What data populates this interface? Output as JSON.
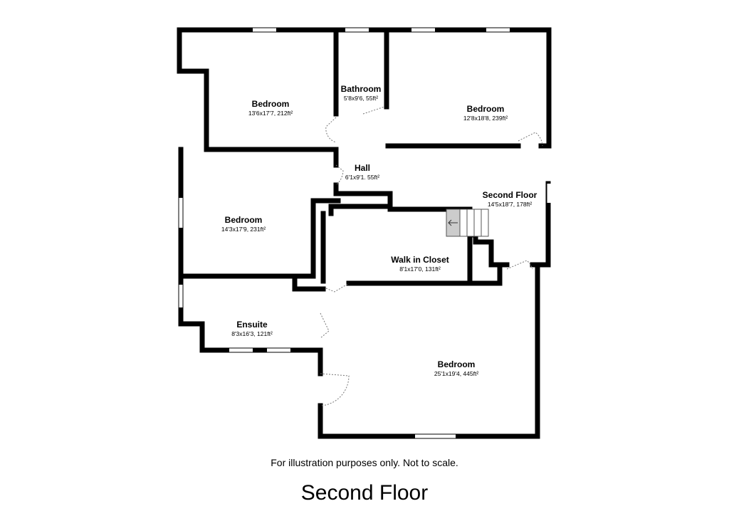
{
  "rooms": {
    "bedroom_nw": {
      "name": "Bedroom",
      "size": "13'6x17'7, 212ft²"
    },
    "bathroom": {
      "name": "Bathroom",
      "size": "5'8x9'6, 55ft²"
    },
    "bedroom_ne": {
      "name": "Bedroom",
      "size": "12'8x18'8, 239ft²"
    },
    "hall": {
      "name": "Hall",
      "size": "6'1x9'1. 55ft²"
    },
    "bedroom_w": {
      "name": "Bedroom",
      "size": "14'3x17'9, 231ft²"
    },
    "second_floor": {
      "name": "Second Floor",
      "size": "14'5x18'7, 178ft²"
    },
    "walk_in_closet": {
      "name": "Walk in Closet",
      "size": "8'1x17'0, 131ft²"
    },
    "ensuite": {
      "name": "Ensuite",
      "size": "8'3x16'3, 121ft²"
    },
    "bedroom_main": {
      "name": "Bedroom",
      "size": "25'1x19'4, 445ft²"
    }
  },
  "stairs": {
    "direction_icon": "arrow-left-icon",
    "fill": "#cccccc"
  },
  "colors": {
    "wall": "#000000",
    "window": "#ffffff",
    "door": "#777777"
  },
  "footer": {
    "disclaimer": "For illustration purposes only. Not to scale.",
    "title": "Second Floor"
  }
}
